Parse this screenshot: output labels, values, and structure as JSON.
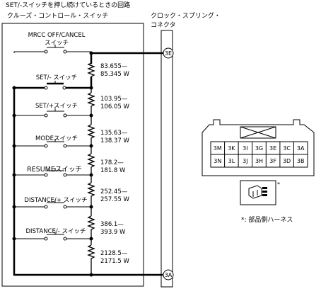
{
  "title": "SET/-スイッチを押し続けているときの回路",
  "cruise_switch_label": "クルーズ・コントロール・スイッチ",
  "clock_spring_label_line1": "クロック・スプリング・",
  "clock_spring_label_line2": "コネクタ",
  "switches": [
    {
      "label": "MRCC OFF/CANCEL",
      "label2": "スイッチ"
    },
    {
      "label": "SET/- スイッチ"
    },
    {
      "label": "SET/+スイッチ"
    },
    {
      "label": "MODEスイッチ"
    },
    {
      "label": "RESUMEスイッチ"
    },
    {
      "label": "DISTANCE/+ スイッチ"
    },
    {
      "label": "DISTANCE/- スイッチ"
    }
  ],
  "resistors": [
    {
      "line1": "83.655—",
      "line2": "85.345 W"
    },
    {
      "line1": "103.95—",
      "line2": "106.05 W"
    },
    {
      "line1": "135.63—",
      "line2": "138.37 W"
    },
    {
      "line1": "178.2—",
      "line2": "181.8 W"
    },
    {
      "line1": "252.45—",
      "line2": "257.55 W"
    },
    {
      "line1": "386.1—",
      "line2": "393.9 W"
    },
    {
      "line1": "2128.5—",
      "line2": "2171.5 W"
    }
  ],
  "terminals": {
    "top": "3E",
    "bottom": "3A"
  },
  "connector_pins_row1": [
    "3M",
    "3K",
    "3I",
    "3G",
    "3E",
    "3C",
    "3A"
  ],
  "connector_pins_row2": [
    "3N",
    "3L",
    "3J",
    "3H",
    "3F",
    "3D",
    "3B"
  ],
  "harness_asterisk": "*",
  "harness_note": "*: 部品側ハーネス"
}
